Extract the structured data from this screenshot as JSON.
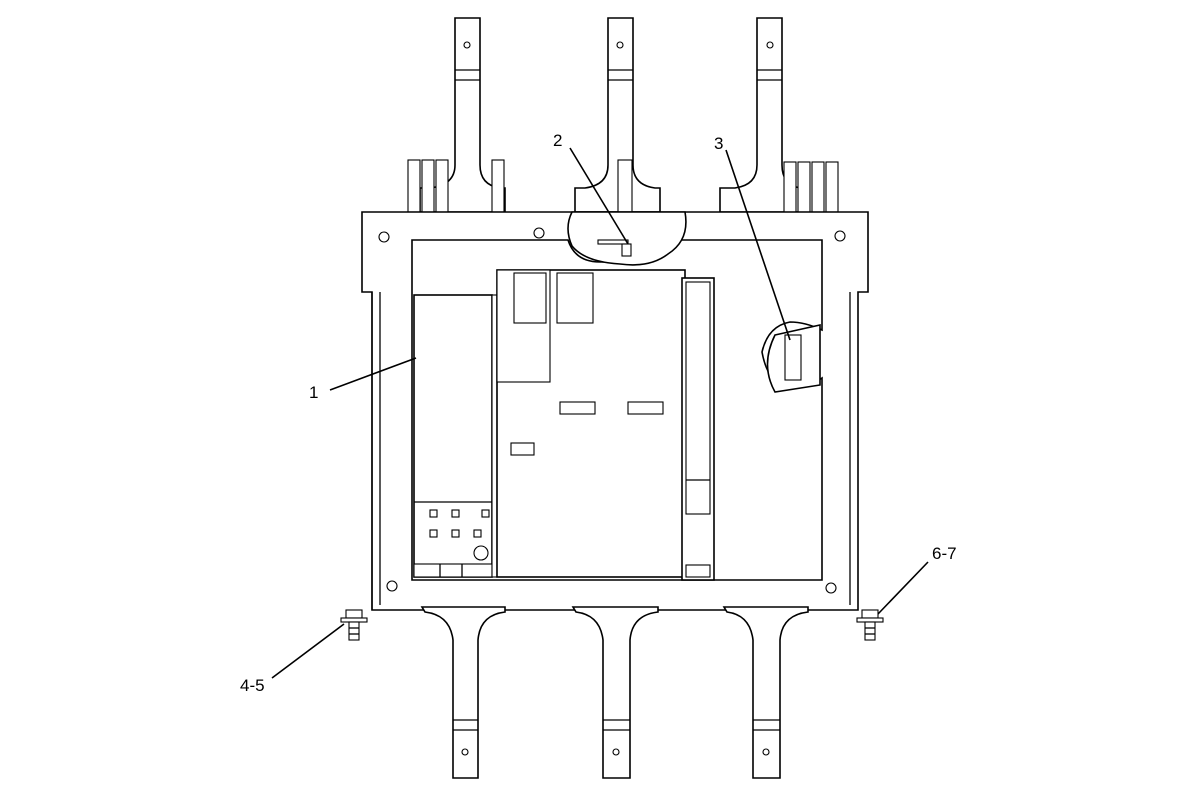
{
  "callouts": {
    "c1": "1",
    "c2": "2",
    "c3": "3",
    "c45": "4-5",
    "c67": "6-7"
  }
}
